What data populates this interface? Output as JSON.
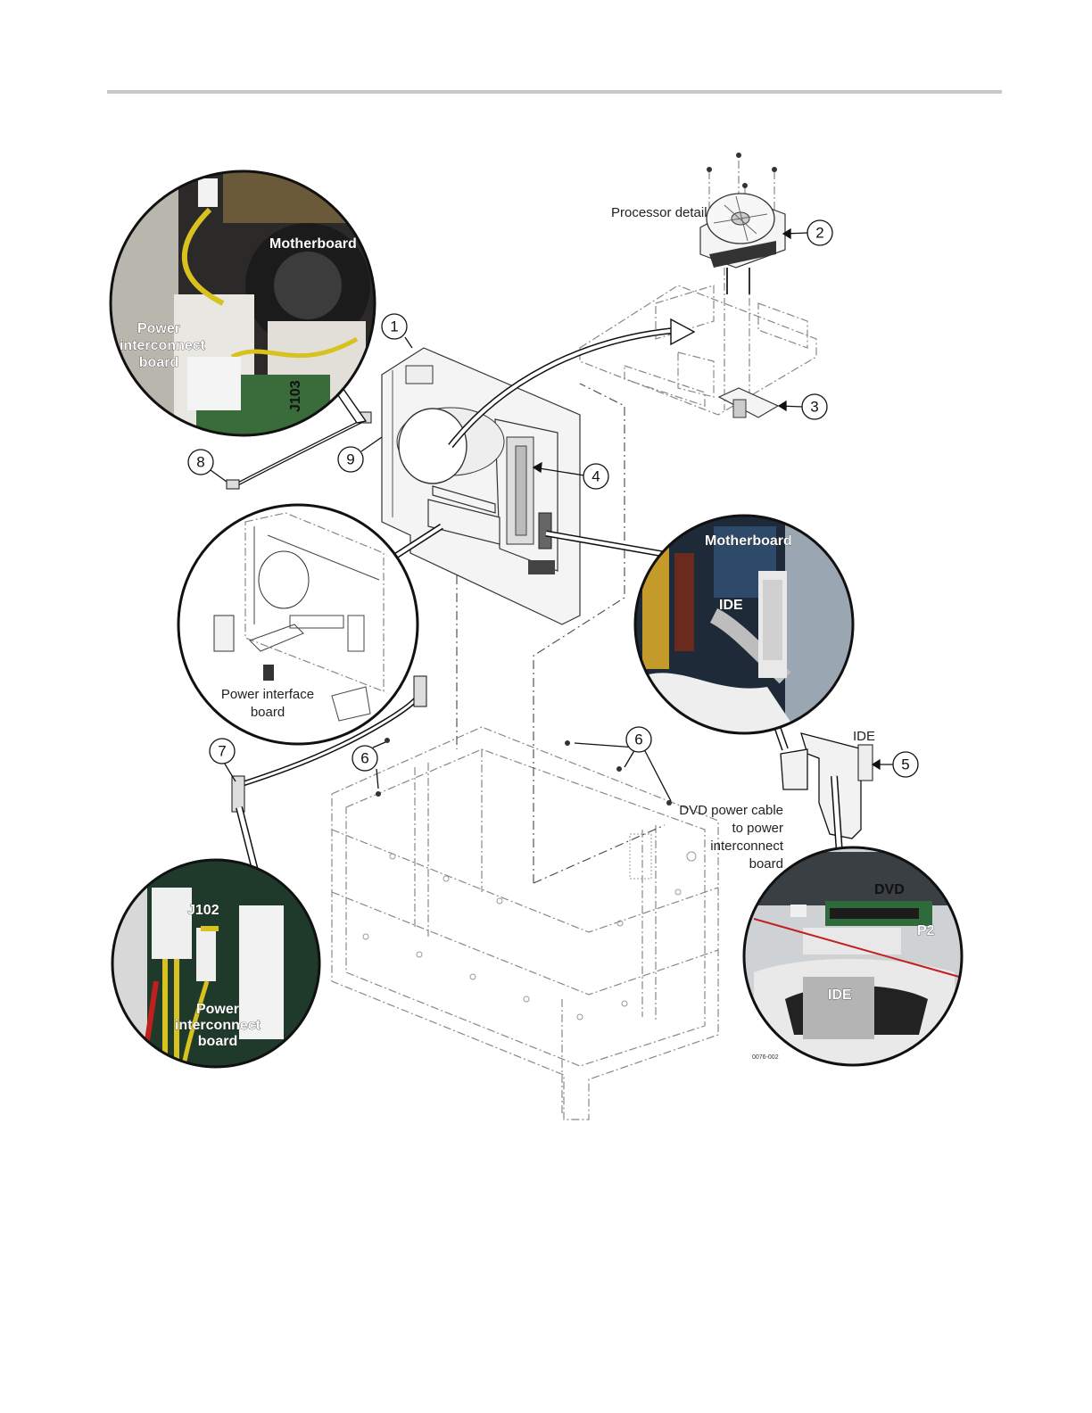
{
  "figure": {
    "labels": {
      "processor_detail": "Processor detail",
      "power_interface_board_line1": "Power interface",
      "power_interface_board_line2": "board",
      "dvd_power_line1": "DVD power cable",
      "dvd_power_line2": "to power",
      "dvd_power_line3": "interconnect",
      "dvd_power_line4": "board",
      "ide_cable": "IDE",
      "figure_id": "0076-002"
    },
    "callouts": [
      "1",
      "2",
      "3",
      "4",
      "5",
      "6",
      "6",
      "6",
      "7",
      "8",
      "9"
    ],
    "insets": {
      "top_left": {
        "motherboard": "Motherboard",
        "power_line1": "Power",
        "power_line2": "interconnect",
        "power_line3": "board",
        "connector": "J103"
      },
      "middle_right": {
        "motherboard": "Motherboard",
        "ide": "IDE"
      },
      "bottom_left": {
        "connector": "J102",
        "power_line1": "Power",
        "power_line2": "interconnect",
        "power_line3": "board"
      },
      "bottom_right": {
        "dvd": "DVD",
        "p2": "P2",
        "ide": "IDE"
      }
    }
  }
}
